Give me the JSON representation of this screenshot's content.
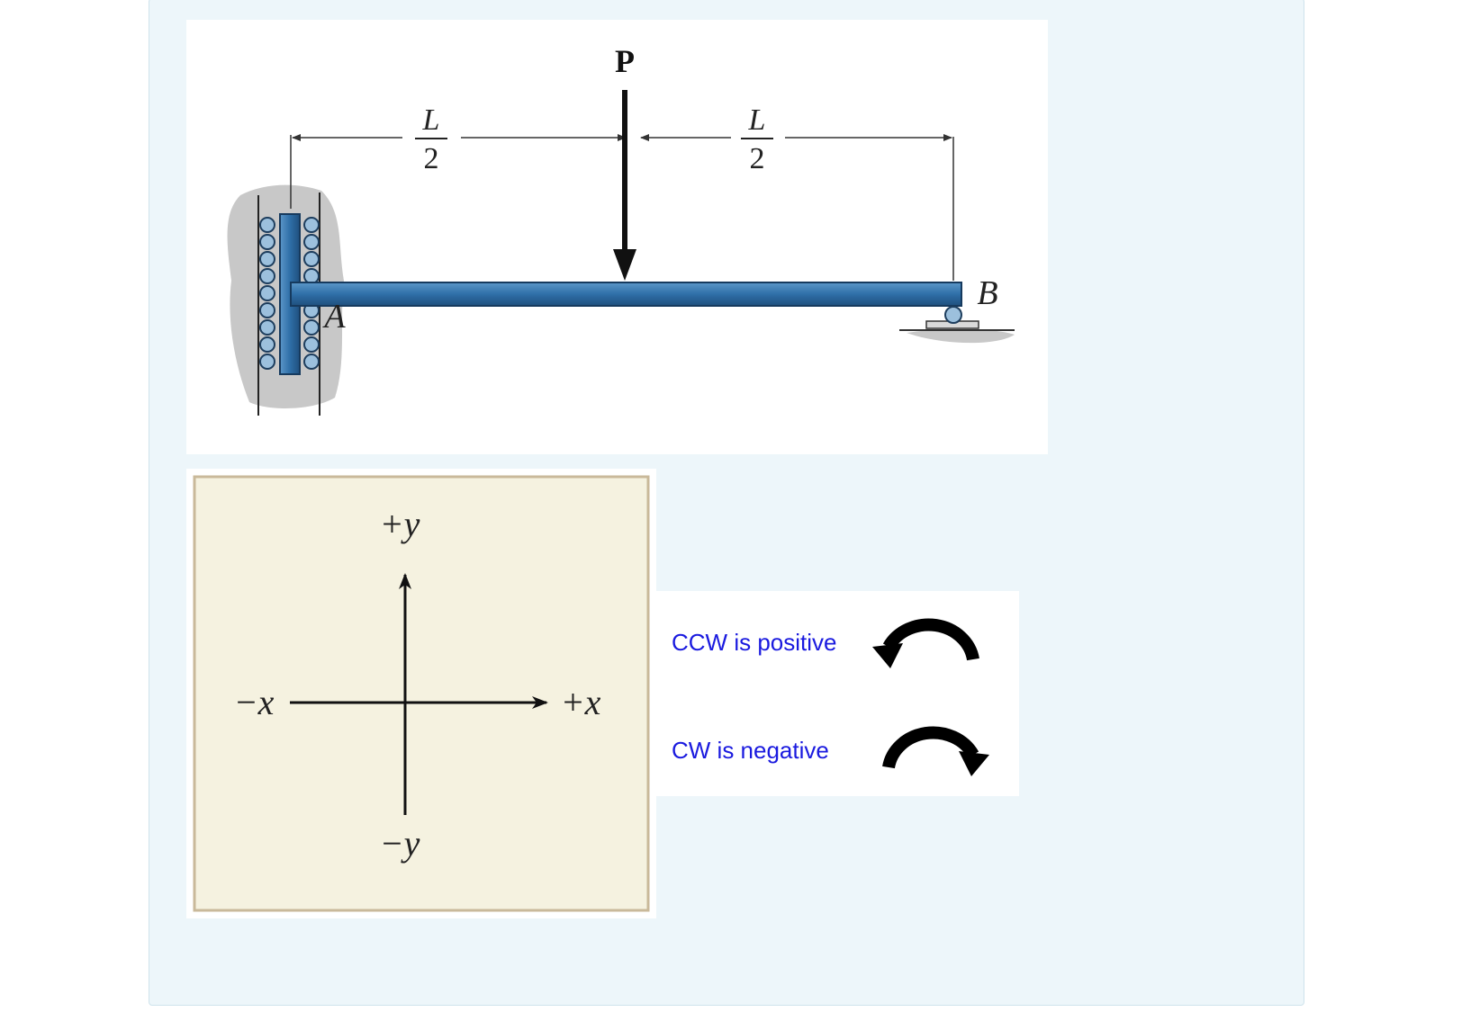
{
  "beam_figure": {
    "load_label": "P",
    "left_span_numerator": "L",
    "left_span_denominator": "2",
    "right_span_numerator": "L",
    "right_span_denominator": "2",
    "support_a_label": "A",
    "support_b_label": "B",
    "beam_color": "#2f6fa8"
  },
  "axes_figure": {
    "pos_y": "+y",
    "neg_y": "−y",
    "pos_x": "+x",
    "neg_x": "−x",
    "background": "#f5f2e0"
  },
  "sign_convention": {
    "ccw_label": "CCW is positive",
    "cw_label": "CW is negative",
    "text_color": "#1a1adf"
  }
}
